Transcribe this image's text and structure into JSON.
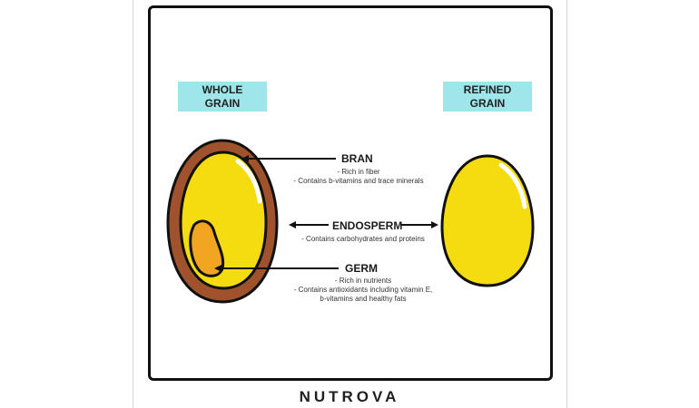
{
  "labels": {
    "whole_grain": "WHOLE\nGRAIN",
    "refined_grain": "REFINED\nGRAIN"
  },
  "parts": {
    "bran": {
      "name": "BRAN",
      "details": "- Rich in fiber\n- Contains b-vitamins and trace minerals"
    },
    "endosperm": {
      "name": "ENDOSPERM",
      "details": "- Contains carbohydrates and proteins"
    },
    "germ": {
      "name": "GERM",
      "details": "- Rich in nutrients\n- Contains antioxidants including vitamin E,\nb-vitamins and healthy fats"
    }
  },
  "brand": "NUTROVA",
  "colors": {
    "label_bg": "#9fe6ea",
    "bran": "#a0522d",
    "endosperm": "#f5dc10",
    "germ": "#f2a521",
    "outline": "#111111"
  }
}
